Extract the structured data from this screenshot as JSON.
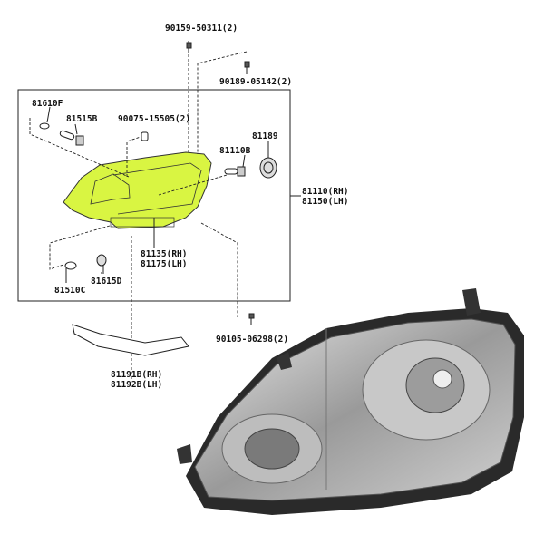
{
  "diagram": {
    "highlight_color": "#d9f542",
    "parts": {
      "bolt_top": "90159-50311(2)",
      "bolt_right": "90189-05142(2)",
      "bulb_cap": "81610F",
      "bulb_main": "81515B",
      "clip": "90075-15505(2)",
      "bulb_side": "81110B",
      "cap": "81189",
      "assembly_rh": "81110(RH)",
      "assembly_lh": "81150(LH)",
      "housing_rh": "81135(RH)",
      "housing_lh": "81175(LH)",
      "bulb_small": "81510C",
      "socket": "81615D",
      "screw_bottom": "90105-06298(2)",
      "bracket_rh": "81191B(RH)",
      "bracket_lh": "81192B(LH)"
    }
  }
}
